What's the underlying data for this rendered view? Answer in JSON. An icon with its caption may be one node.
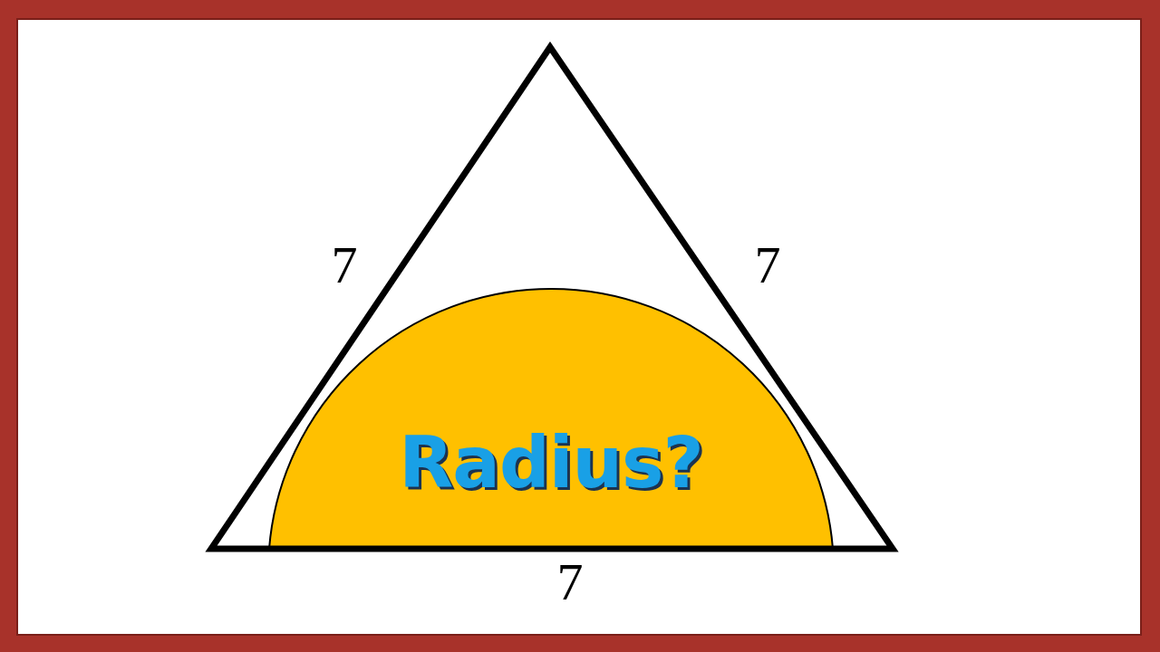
{
  "diagram": {
    "nodes": [
      {
        "text": [
          "Radius?"
        ]
      }
    ],
    "labels": [
      "7",
      "7",
      "7"
    ]
  }
}
